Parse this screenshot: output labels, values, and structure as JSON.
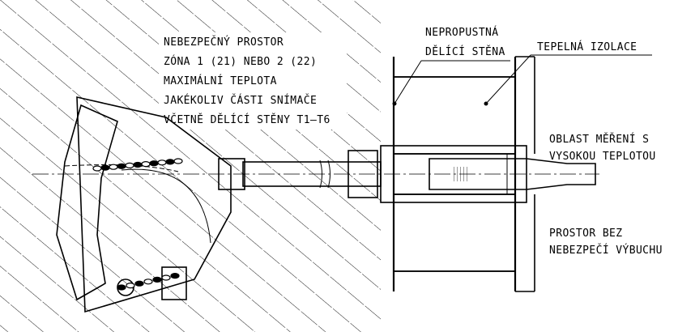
{
  "labels": {
    "hazard_area": [
      "NEBEZPEČNÝ PROSTOR",
      "ZÓNA 1 (21) NEBO 2 (22)",
      "MAXIMÁLNÍ TEPLOTA",
      "JAKÉKOLIV ČÁSTI SNÍMAČE",
      "VČETNĚ DĚLÍCÍ STĚNY T1–T6"
    ],
    "barrier_wall": [
      "NEPROPUSTNÁ",
      "DĚLÍCÍ STĚNA"
    ],
    "thermal_insulation": "TEPELNÁ IZOLACE",
    "high_temp_measurement": [
      "OBLAST MĚŘENÍ S",
      "VYSOKOU TEPLOTOU"
    ],
    "safe_area": [
      "PROSTOR BEZ",
      "NEBEZPEČÍ VÝBUCHU"
    ]
  }
}
